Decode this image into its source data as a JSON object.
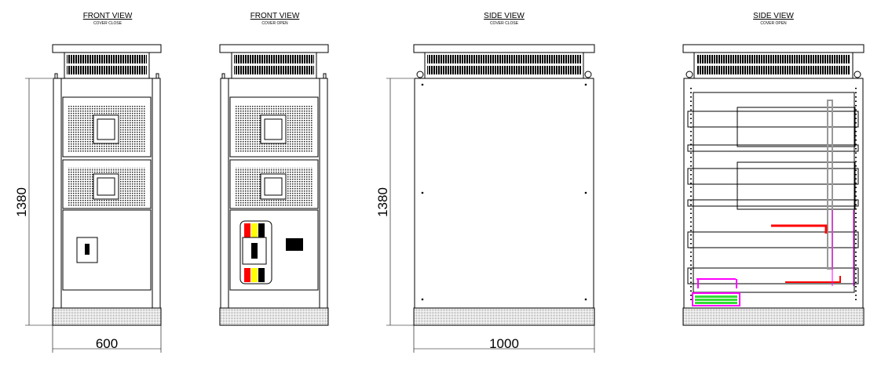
{
  "views": [
    {
      "title": "FRONT VIEW",
      "subtitle": "COVER CLOSE"
    },
    {
      "title": "FRONT VIEW",
      "subtitle": "COVER OPEN"
    },
    {
      "title": "SIDE VIEW",
      "subtitle": "COVER CLOSE"
    },
    {
      "title": "SIDE VIEW",
      "subtitle": "COVER OPEN"
    }
  ],
  "dimensions": {
    "front_height": "1380",
    "front_width": "600",
    "side_height": "1380",
    "side_width": "1000"
  },
  "colors": {
    "phase_a": "#ff0000",
    "phase_b": "#ffff00",
    "phase_c": "#000000",
    "ground": "#ff00ff",
    "terminal": "#33dd33"
  }
}
